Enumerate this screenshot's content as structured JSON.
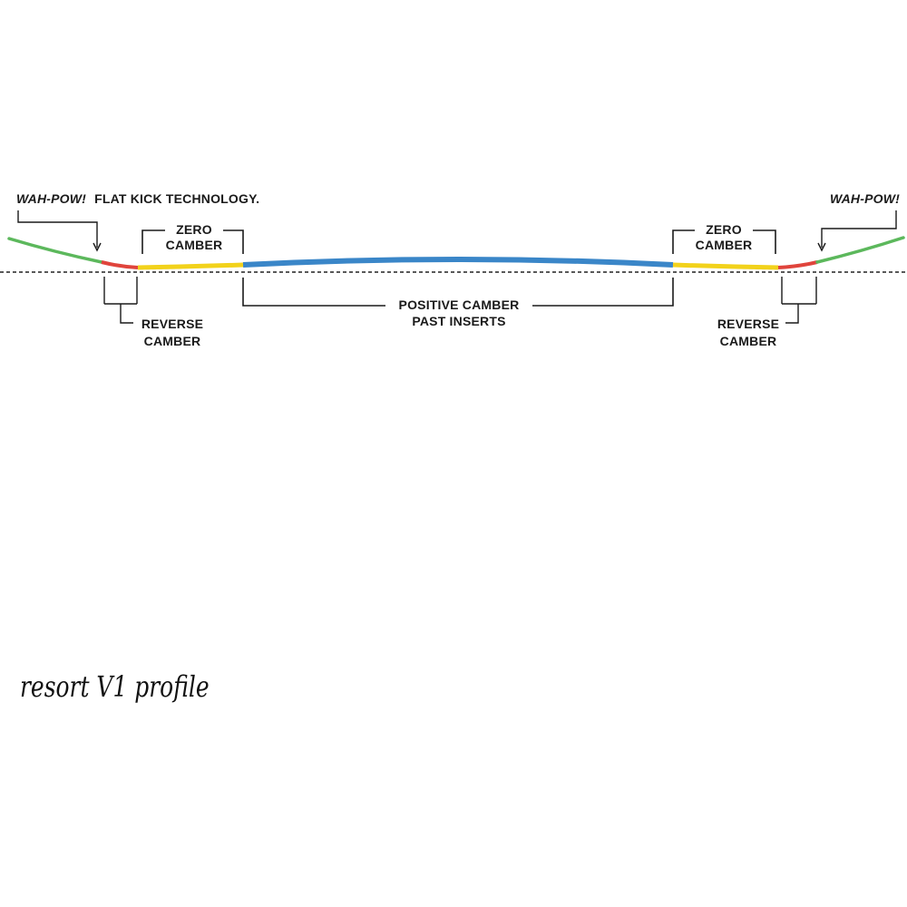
{
  "labels": {
    "wah_pow_left": "WAH-POW!",
    "flat_kick": "FLAT KICK TECHNOLOGY.",
    "wah_pow_right": "WAH-POW!",
    "zero_camber_left": [
      "ZERO",
      "CAMBER"
    ],
    "zero_camber_right": [
      "ZERO",
      "CAMBER"
    ],
    "reverse_camber_left": [
      "REVERSE",
      "CAMBER"
    ],
    "reverse_camber_right": [
      "REVERSE",
      "CAMBER"
    ],
    "positive_camber": [
      "POSITIVE CAMBER",
      "PAST INSERTS"
    ]
  },
  "caption": "resort V1 profile",
  "colors": {
    "kick": "#5cb85c",
    "reverse": "#e0443c",
    "zero": "#f2d21b",
    "positive": "#3a86c8",
    "ink": "#1a1a1a"
  }
}
